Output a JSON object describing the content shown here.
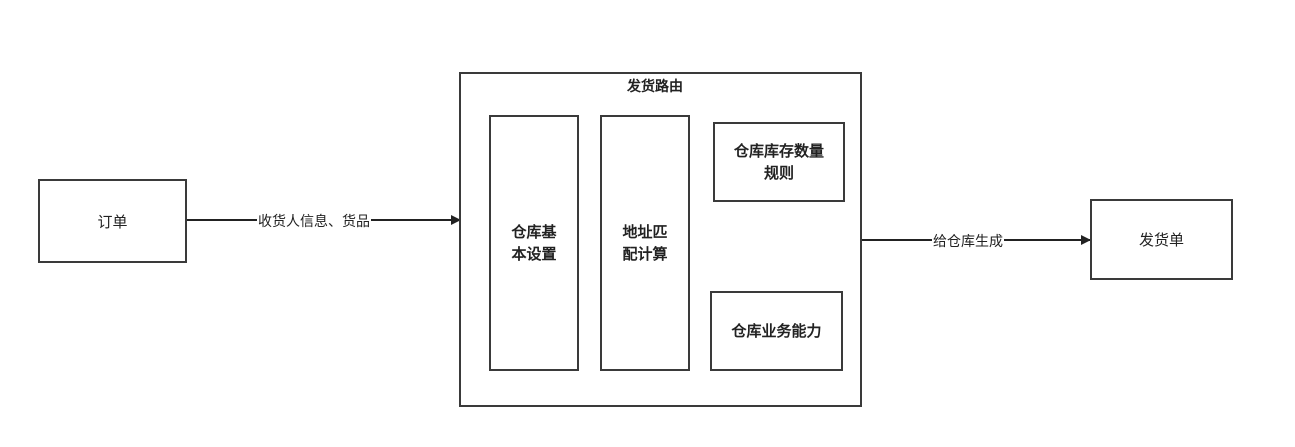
{
  "nodes": {
    "order": "订单",
    "routing_title": "发货路由",
    "warehouse_basic": "仓库基\n本设置",
    "address_match": "地址匹\n配计算",
    "stock_rules": "仓库库存数量\n规则",
    "business_capability": "仓库业务能力",
    "delivery_note": "发货单"
  },
  "edges": {
    "order_to_routing": "收货人信息、货品",
    "routing_to_delivery": "给仓库生成"
  }
}
